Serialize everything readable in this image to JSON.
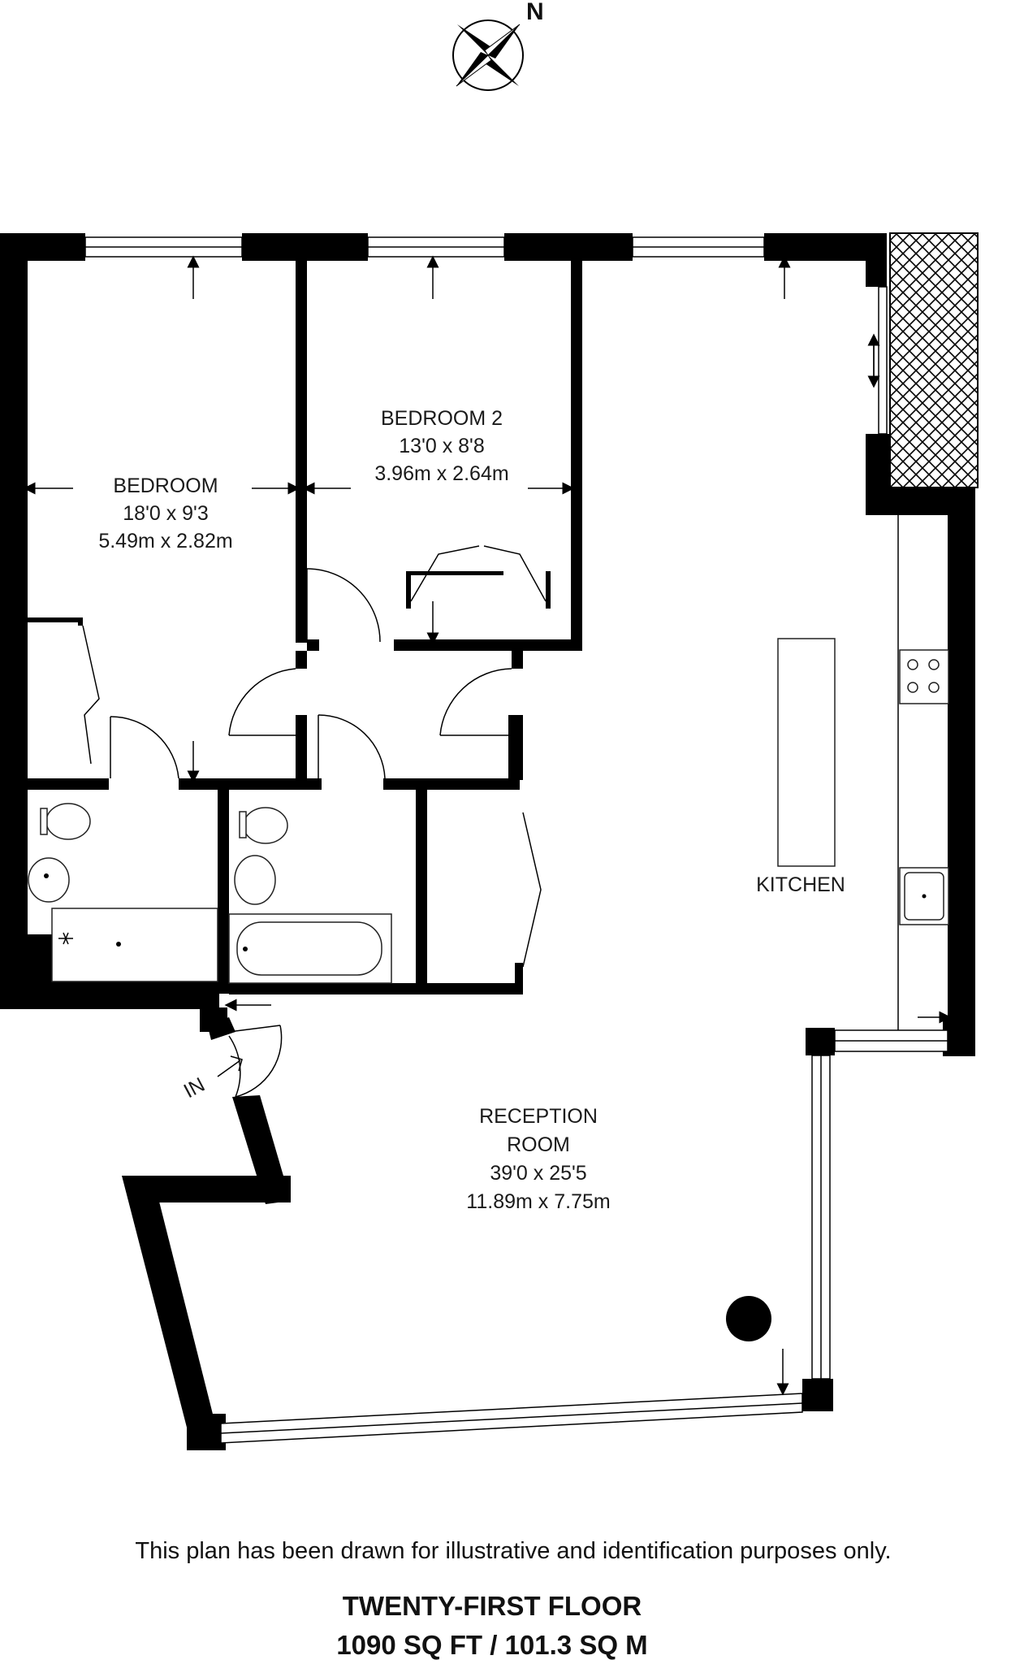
{
  "compass": {
    "label": "N",
    "icon": "compass-rose-icon"
  },
  "rooms": {
    "bedroom": {
      "name": "BEDROOM",
      "imperial": "18'0 x 9'3",
      "metric": "5.49m x 2.82m"
    },
    "bedroom2": {
      "name": "BEDROOM 2",
      "imperial": "13'0 x 8'8",
      "metric": "3.96m x 2.64m"
    },
    "kitchen": {
      "name": "KITCHEN"
    },
    "reception": {
      "name_line1": "RECEPTION",
      "name_line2": "ROOM",
      "imperial": "39'0 x 25'5",
      "metric": "11.89m x 7.75m"
    }
  },
  "entrance": {
    "label": "IN"
  },
  "disclaimer": "This plan has been drawn for illustrative and identification purposes only.",
  "footer": {
    "floor": "TWENTY-FIRST FLOOR",
    "area": "1090 SQ FT / 101.3 SQ M"
  },
  "colors": {
    "wall": "#000000",
    "background": "#ffffff",
    "balcony_hatch": "#000000"
  }
}
